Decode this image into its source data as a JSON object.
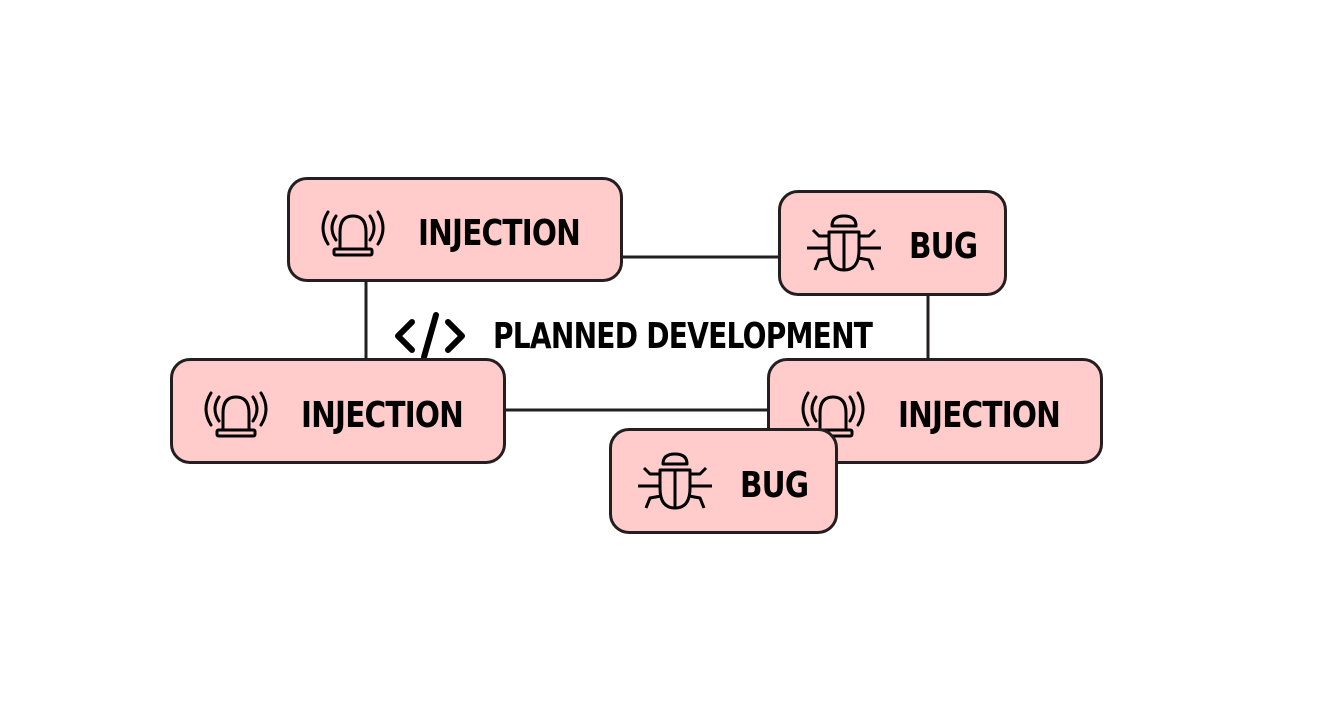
{
  "diagram": {
    "center": {
      "label": "PLANNED DEVELOPMENT",
      "icon": "code-icon"
    },
    "nodes": [
      {
        "id": "injection-tl",
        "label": "INJECTION",
        "icon": "siren-icon"
      },
      {
        "id": "bug-tr",
        "label": "BUG",
        "icon": "bug-icon"
      },
      {
        "id": "injection-bl",
        "label": "INJECTION",
        "icon": "siren-icon"
      },
      {
        "id": "injection-br",
        "label": "INJECTION",
        "icon": "siren-icon"
      },
      {
        "id": "bug-b",
        "label": "BUG",
        "icon": "bug-icon"
      }
    ],
    "edges": [
      {
        "from": "injection-tl",
        "to": "bug-tr"
      },
      {
        "from": "injection-tl",
        "to": "injection-bl"
      },
      {
        "from": "bug-tr",
        "to": "injection-br"
      },
      {
        "from": "injection-bl",
        "to": "injection-br"
      }
    ]
  },
  "colors": {
    "node_fill": "#ffcccb",
    "node_border": "#231f20",
    "line": "#231f20",
    "text": "#000000",
    "background": "#ffffff"
  }
}
